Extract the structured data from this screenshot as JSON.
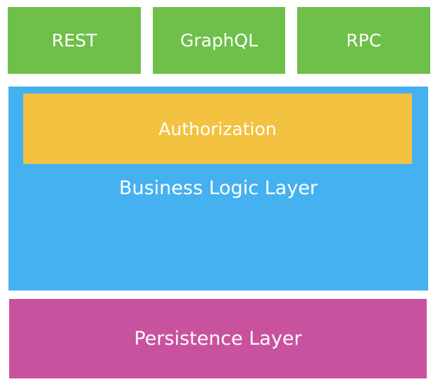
{
  "diagram": {
    "title": "Layered service architecture diagram",
    "api_layer": {
      "boxes": [
        {
          "label": "REST"
        },
        {
          "label": "GraphQL"
        },
        {
          "label": "RPC"
        }
      ]
    },
    "business_logic_layer": {
      "label": "Business Logic Layer",
      "authorization": {
        "label": "Authorization"
      }
    },
    "persistence_layer": {
      "label": "Persistence Layer"
    },
    "colors": {
      "api_box_green": "#6fbf4b",
      "business_logic_blue": "#45b1f0",
      "authorization_orange": "#f2c240",
      "persistence_magenta": "#c9529f",
      "label_text": "#ffffff",
      "background": "#ffffff"
    }
  }
}
